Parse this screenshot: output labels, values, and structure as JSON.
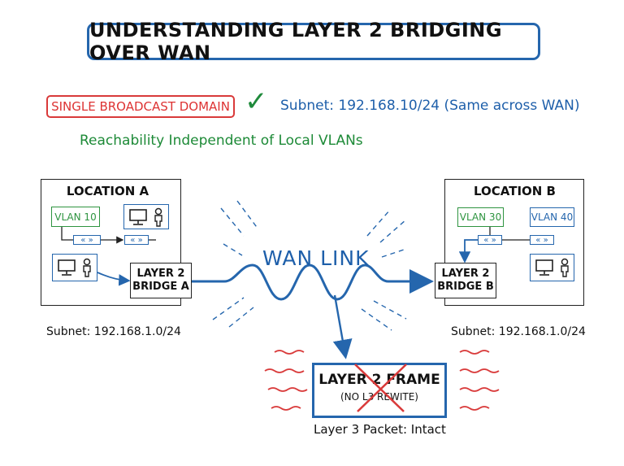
{
  "title": "UNDERSTANDING LAYER 2 BRIDGING OVER WAN",
  "broadcast_tag": "SINGLE BROADCAST DOMAIN",
  "check_mark": "✓",
  "subnet_shared": "Subnet: 192.168.10/24 (Same across WAN)",
  "reachability": "Reachability Independent of Local VLANs",
  "location_a": {
    "title": "LOCATION A",
    "vlan": "VLAN 10",
    "switch_label": "« »",
    "bridge_line1": "LAYER 2",
    "bridge_line2": "BRIDGE A",
    "subnet": "Subnet: 192.168.1.0/24"
  },
  "location_b": {
    "title": "LOCATION B",
    "vlan1": "VLAN 30",
    "vlan2": "VLAN 40",
    "switch_label": "« »",
    "bridge_line1": "LAYER 2",
    "bridge_line2": "BRIDGE B",
    "subnet": "Subnet: 192.168.1.0/24"
  },
  "wan_link": "WAN LINK",
  "frame": {
    "line1": "LAYER 2 FRAME",
    "line2": "(NO L3 REWITE)",
    "caption": "Layer 3 Packet: Intact"
  },
  "colors": {
    "blue": "#2566ad",
    "green": "#2e9440",
    "red": "#d93a3a"
  },
  "icons": [
    "computer-icon",
    "person-icon",
    "check-icon",
    "cross-icon",
    "arrow-icon"
  ]
}
